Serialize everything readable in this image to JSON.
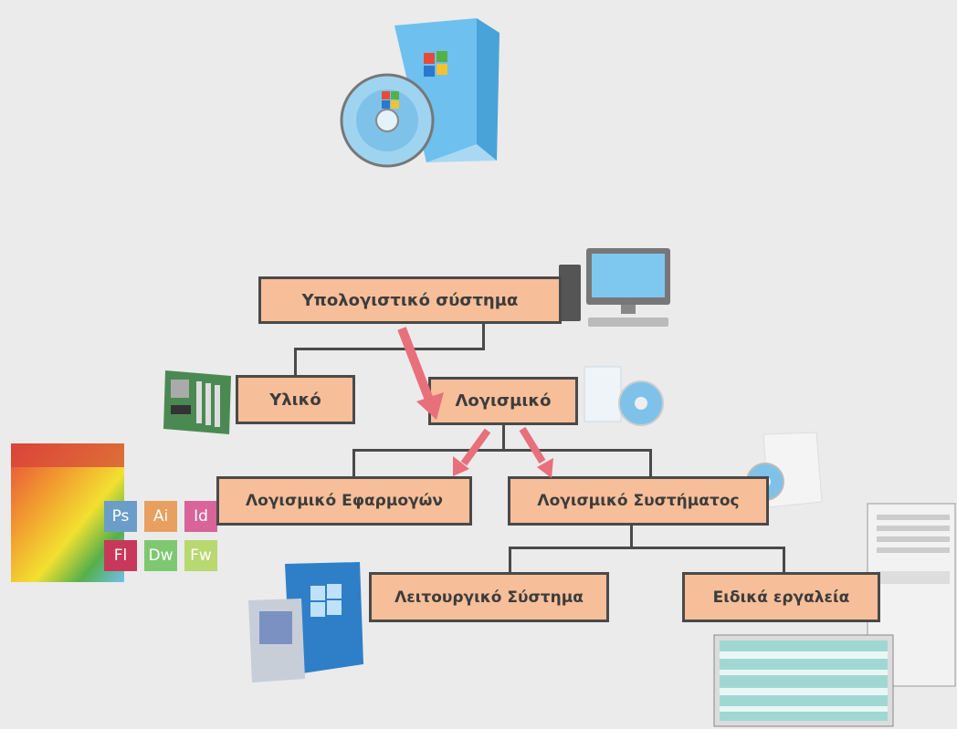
{
  "diagram": {
    "root": "Υπολογιστικό σύστημα",
    "hardware": "Υλικό",
    "software": "Λογισμικό",
    "application_software": "Λογισμικό Εφαρμογών",
    "system_software": "Λογισμικό Συστήματος",
    "operating_system": "Λειτουργικό Σύστημα",
    "special_tools": "Ειδικά  εργαλεία"
  },
  "suite_tiles": [
    "Ps",
    "Ai",
    "Id",
    "Fl",
    "Dw",
    "Fw"
  ],
  "colors": {
    "background": "#ebebeb",
    "box_fill": "#f6be99",
    "box_border": "#4a4a4a",
    "arrow": "#e8707a"
  },
  "icons": [
    "software-box-icon",
    "desktop-computer-icon",
    "motherboard-icon",
    "software-disc-icon",
    "creative-suite-icon",
    "windows-box-icon",
    "system-box-icon",
    "tools-window-icon"
  ]
}
